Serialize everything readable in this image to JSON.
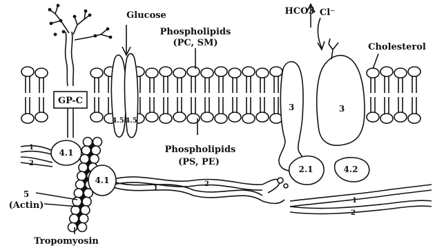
{
  "labels": {
    "glucose": "Glucose",
    "phospholipids_top": "Phospholipids",
    "pc_sm": "(PC, SM)",
    "hco3": "HCO3̄",
    "cl": "Cl⁻",
    "cholesterol": "Cholesterol",
    "gpc": "GP-C",
    "band45_left": "4.5",
    "band45_right": "4.5",
    "band3_left": "3",
    "band3_right": "3",
    "band41_top": "4.1",
    "band41_mid": "4.1",
    "band21": "2.1",
    "band42": "4.2",
    "phospholipids_bottom": "Phospholipids",
    "ps_pe": "(PS, PE)",
    "spectrin_1_left": "1",
    "spectrin_2_left": "2",
    "spectrin_1_mid": "1",
    "spectrin_2_mid": "2",
    "spectrin_1_right": "1",
    "spectrin_2_right": "2",
    "band5": "5",
    "actin": "(Actin)",
    "tropomyosin": "Tropomyosin"
  }
}
